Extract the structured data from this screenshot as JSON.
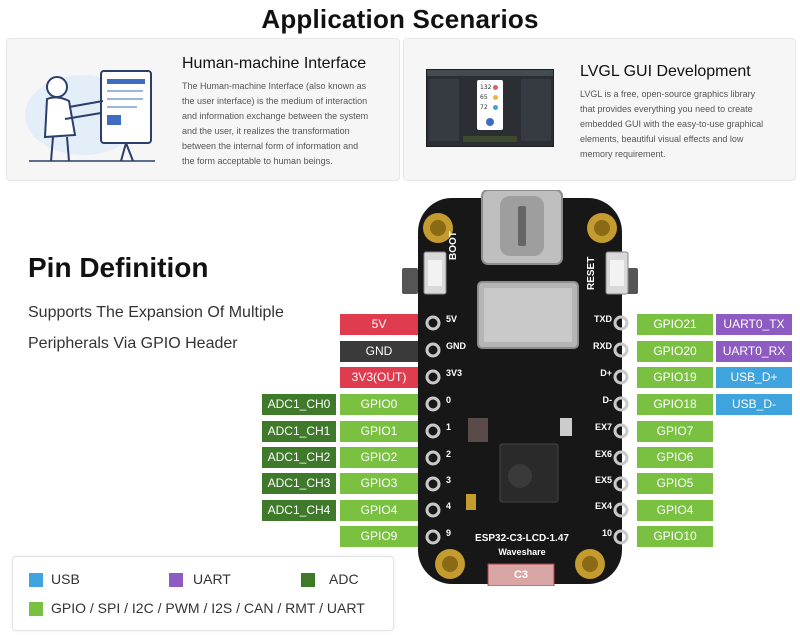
{
  "header": {
    "title": "Application Scenarios"
  },
  "cards": [
    {
      "title": "Human-machine Interface",
      "desc_lines": [
        "The Human-machine Interface (also known as",
        "the user interface) is the medium of interaction",
        "and information exchange between the system",
        "and the user, it realizes the transformation",
        "between the internal form of information and",
        "the form acceptable to human beings."
      ]
    },
    {
      "title": "LVGL GUI Development",
      "desc_lines": [
        "LVGL is a free, open-source graphics library",
        "that provides everything you need to create",
        "embedded GUI with the easy-to-use graphical",
        "elements, beautiful visual effects and low",
        "memory requirement."
      ]
    }
  ],
  "pin_section": {
    "title": "Pin Definition",
    "subtitle_lines": [
      "Supports The Expansion Of Multiple",
      "Peripherals Via GPIO Header"
    ]
  },
  "left_pins": [
    {
      "label": "5V",
      "color": "#e03c4f"
    },
    {
      "label": "GND",
      "color": "#3a3a3a"
    },
    {
      "label": "3V3(OUT)",
      "color": "#e03c4f"
    },
    {
      "label": "GPIO0",
      "color": "#7ac142",
      "adc": "ADC1_CH0"
    },
    {
      "label": "GPIO1",
      "color": "#7ac142",
      "adc": "ADC1_CH1"
    },
    {
      "label": "GPIO2",
      "color": "#7ac142",
      "adc": "ADC1_CH2"
    },
    {
      "label": "GPIO3",
      "color": "#7ac142",
      "adc": "ADC1_CH3"
    },
    {
      "label": "GPIO4",
      "color": "#7ac142",
      "adc": "ADC1_CH4"
    },
    {
      "label": "GPIO9",
      "color": "#7ac142"
    }
  ],
  "right_pins": [
    {
      "label": "GPIO21",
      "extra": "UART0_TX",
      "extra_color": "#8d5bc1"
    },
    {
      "label": "GPIO20",
      "extra": "UART0_RX",
      "extra_color": "#8d5bc1"
    },
    {
      "label": "GPIO19",
      "extra": "USB_D+",
      "extra_color": "#3fa3dd"
    },
    {
      "label": "GPIO18",
      "extra": "USB_D-",
      "extra_color": "#3fa3dd"
    },
    {
      "label": "GPIO7"
    },
    {
      "label": "GPIO6"
    },
    {
      "label": "GPIO5"
    },
    {
      "label": "GPIO4"
    },
    {
      "label": "GPIO10"
    }
  ],
  "board": {
    "name": "ESP32-C3-LCD-1.47",
    "brand": "Waveshare",
    "boot_label": "BOOT",
    "reset_label": "RESET",
    "left_silk": [
      "5V",
      "GND",
      "3V3",
      "0",
      "1",
      "2",
      "3",
      "4",
      "9"
    ],
    "right_silk": [
      "TXD",
      "RXD",
      "D+",
      "D-",
      "EX7",
      "EX6",
      "EX5",
      "EX4",
      "10"
    ],
    "chip_label": "C3"
  },
  "legend": {
    "items": [
      {
        "label": "USB",
        "color": "#3fa3dd"
      },
      {
        "label": "UART",
        "color": "#8d5bc1"
      },
      {
        "label": "ADC",
        "color": "#3f7a2b"
      },
      {
        "label": "GPIO / SPI / I2C / PWM / I2S / CAN / RMT / UART",
        "color": "#7ac142"
      }
    ]
  },
  "lvgl_screen": {
    "values": [
      "132",
      "65",
      "72"
    ]
  }
}
